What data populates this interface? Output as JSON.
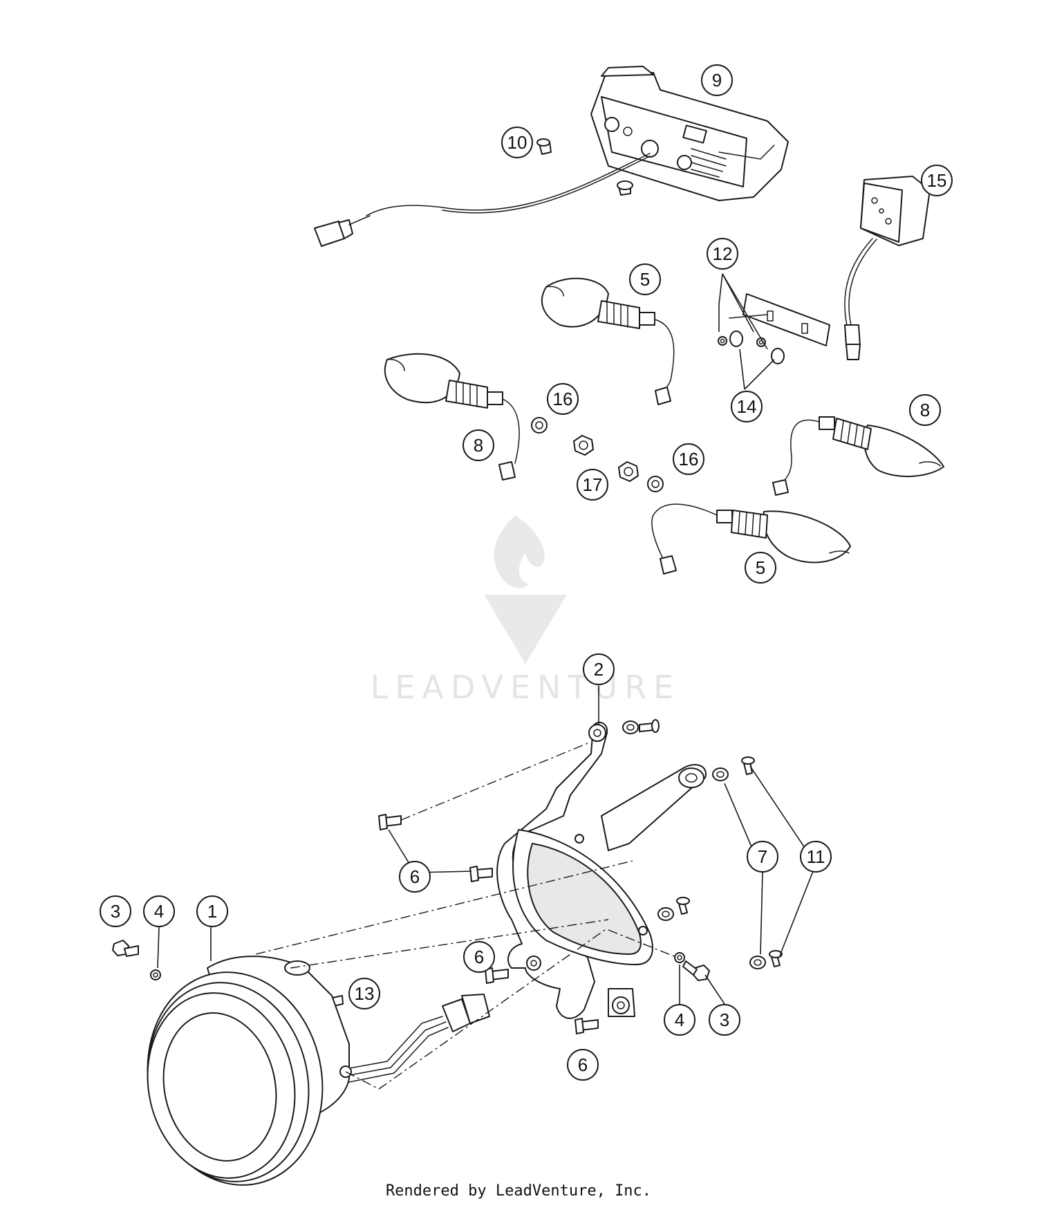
{
  "watermark": {
    "text": "LEADVENTURE"
  },
  "footer": {
    "text": "Rendered by LeadVenture, Inc."
  },
  "callouts": [
    "1",
    "2",
    "3",
    "4",
    "5",
    "6",
    "7",
    "8",
    "9",
    "10",
    "11",
    "12",
    "13",
    "14",
    "15",
    "16",
    "17"
  ]
}
